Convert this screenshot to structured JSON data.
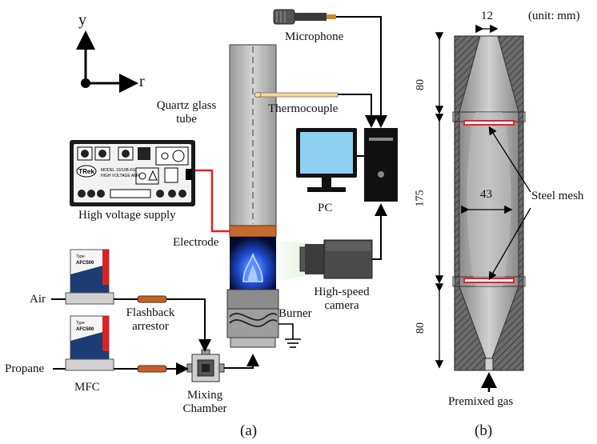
{
  "panel_a": {
    "axis_y": "y",
    "axis_r": "r",
    "microphone": "Microphone",
    "thermocouple": "Thermocouple",
    "quartz_tube_line1": "Quartz glass",
    "quartz_tube_line2": "tube",
    "pc": "PC",
    "hv_supply": "High voltage supply",
    "hv_brand": "TRek",
    "hv_model_line1": "MODEL 10/10B-FG",
    "hv_model_line2": "HIGH VOLTAGE AMP.",
    "electrode": "Electrode",
    "camera_line1": "High-speed",
    "camera_line2": "camera",
    "burner": "Burner",
    "air": "Air",
    "propane": "Propane",
    "flashback_line1": "Flashback",
    "flashback_line2": "arrestor",
    "mfc": "MFC",
    "mfc_type": "Type",
    "mfc_model": "AFC500",
    "mixing_line1": "Mixing",
    "mixing_line2": "Chamber",
    "caption": "(a)"
  },
  "panel_b": {
    "unit": "(unit: mm)",
    "dim_top_width": "12",
    "dim_inner_width": "43",
    "dim_upper": "80",
    "dim_middle": "175",
    "dim_lower": "80",
    "steel_mesh": "Steel mesh",
    "premixed_gas": "Premixed gas",
    "caption": "(b)"
  },
  "colors": {
    "wire_red": "#e02020",
    "flame_blue": "#3a7bff",
    "electrode_copper": "#c5692c",
    "burner_body": "#6a6a6a",
    "tube_gray": "#b8b8b8",
    "mesh_red": "#e8202a"
  }
}
